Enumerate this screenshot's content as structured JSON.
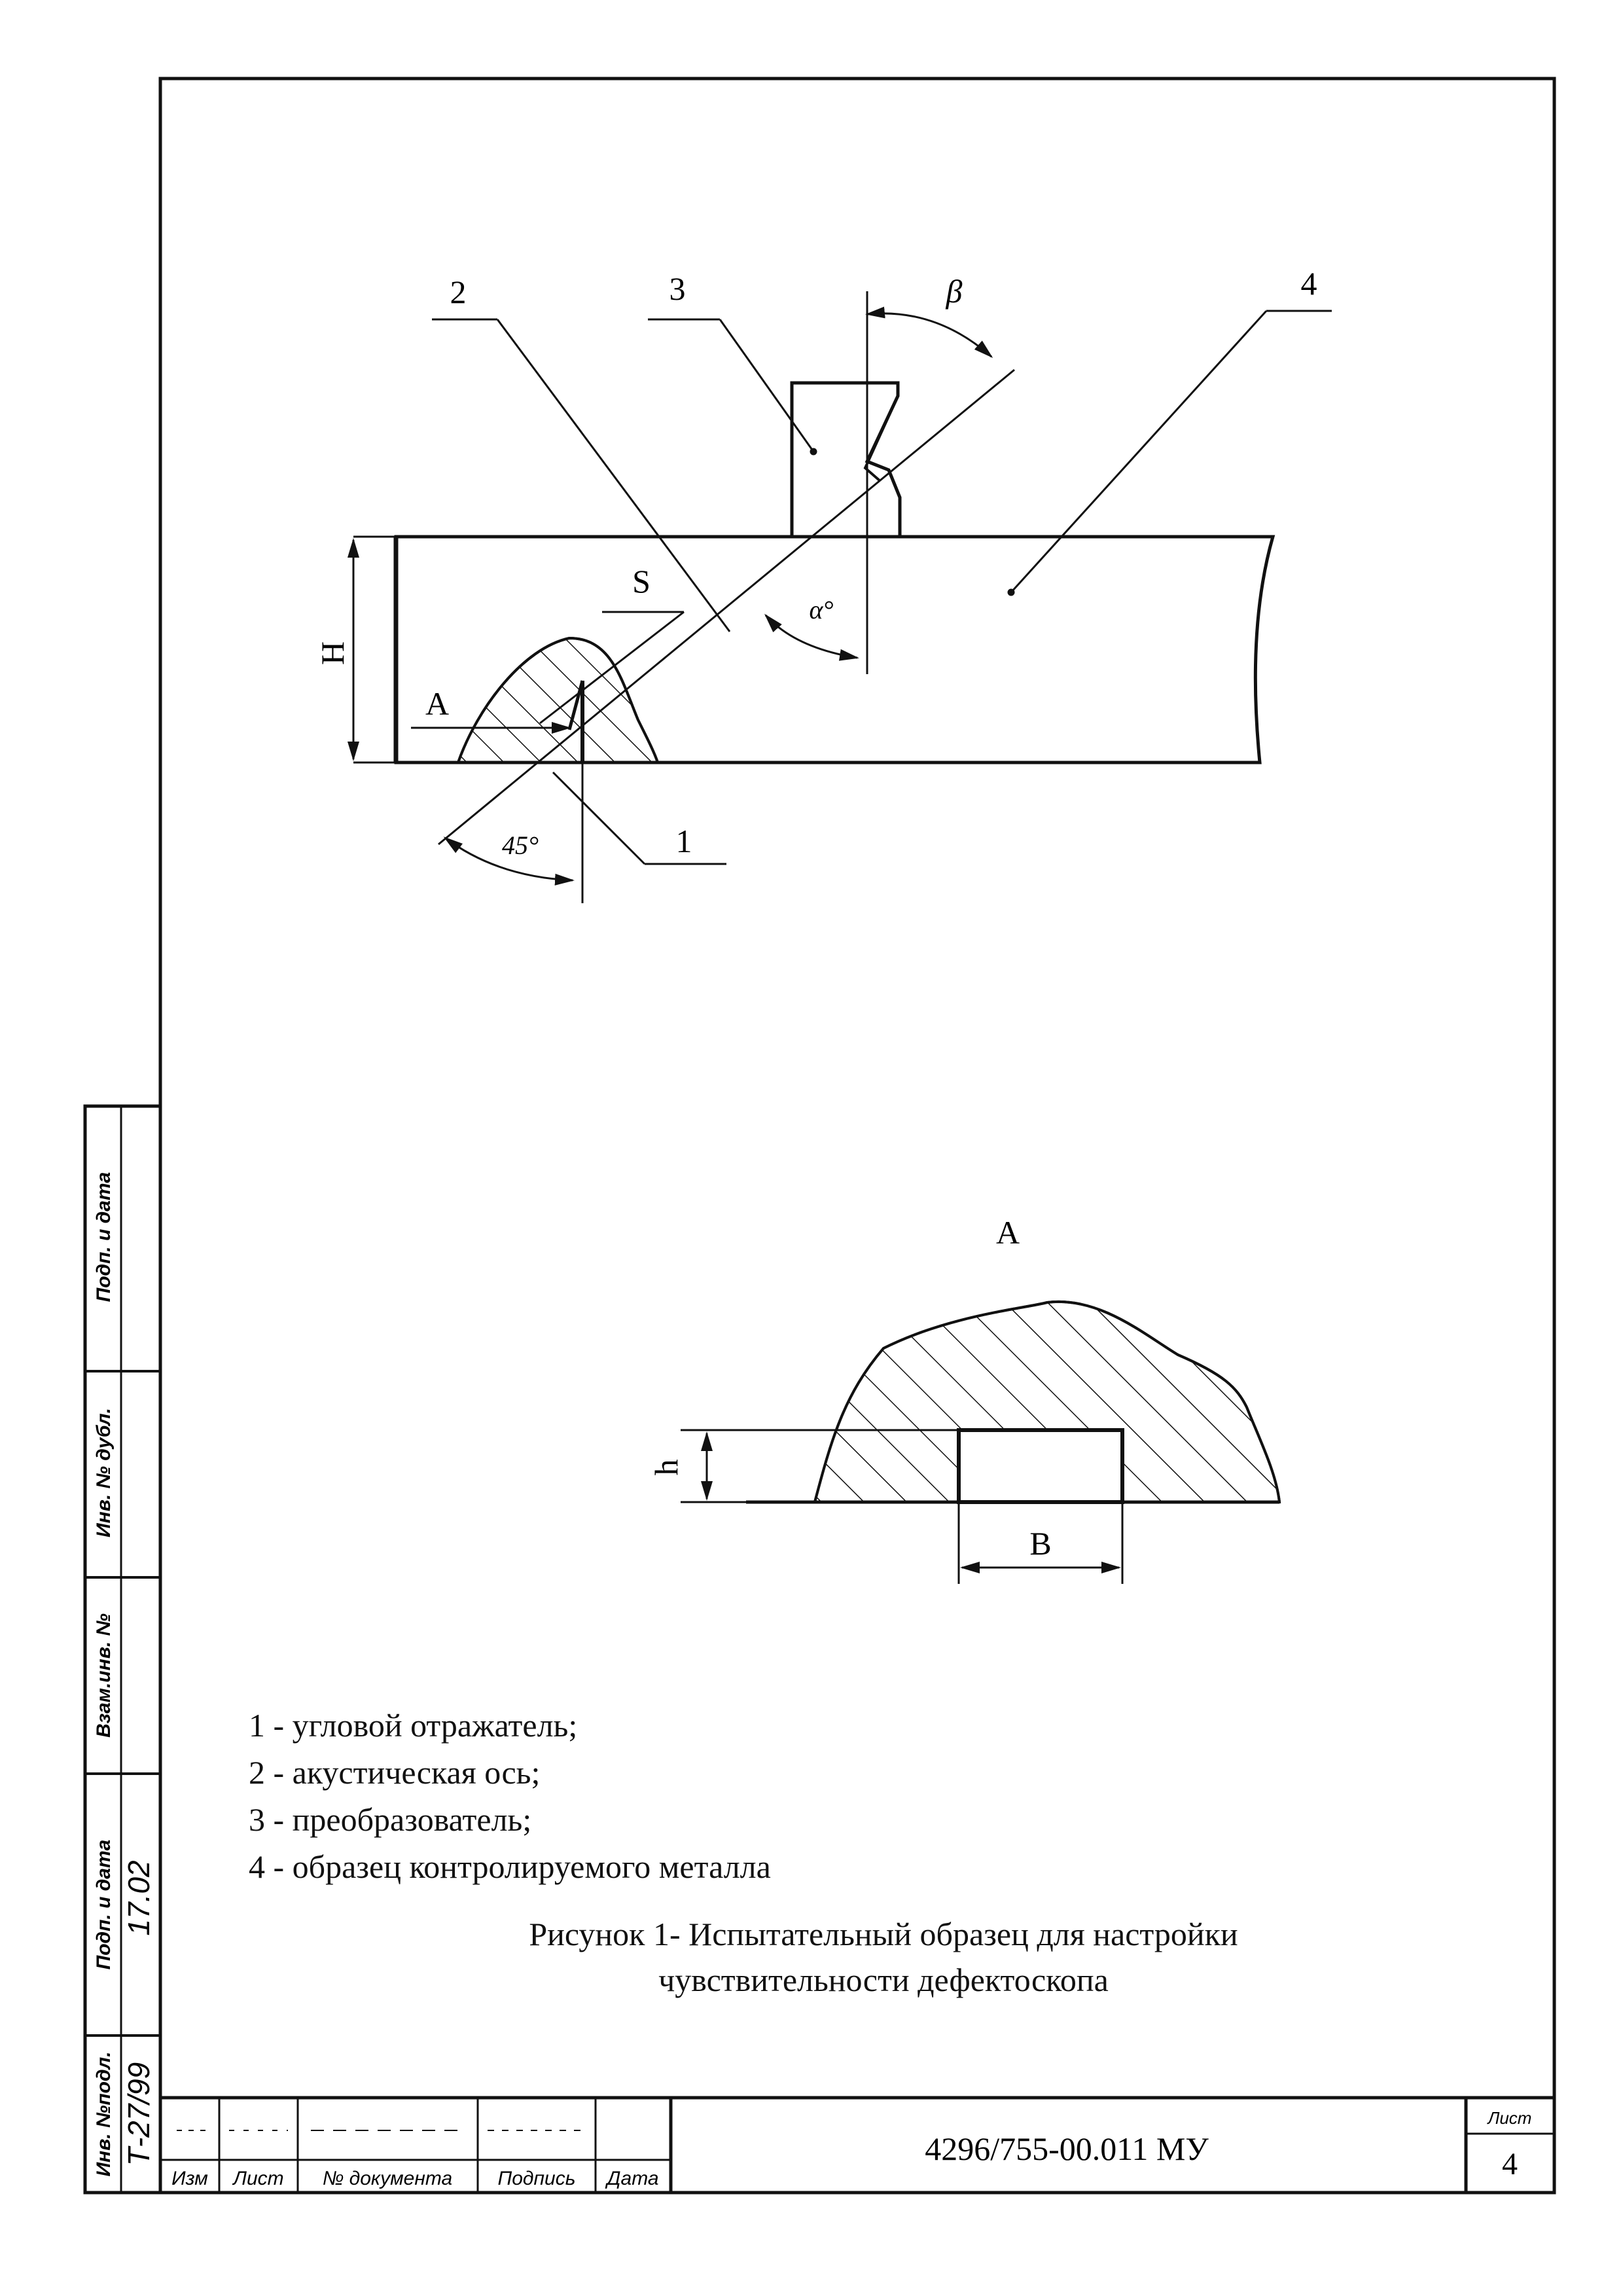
{
  "drawing": {
    "labels": {
      "callout_1": "1",
      "callout_2": "2",
      "callout_3": "3",
      "callout_4": "4",
      "beta": "β",
      "alpha": "α°",
      "angle_45": "45°",
      "S": "S",
      "H": "H",
      "A_arrow": "A",
      "detail_title": "A",
      "h": "h",
      "B": "B"
    }
  },
  "legend": {
    "items": [
      "1 - угловой отражатель;",
      "2 - акустическая ось;",
      "3 - преобразователь;",
      "4 - образец контролируемого металла"
    ]
  },
  "caption": {
    "line1": "Рисунок 1- Испытательный образец для настройки",
    "line2": "чувствительности дефектоскопа"
  },
  "side_stamp": {
    "inv_podl": "Инв. №подл.",
    "podp_data_1": "Подп. и дата",
    "vzam_inv": "Взам.инв. №",
    "inv_dubl": "Инв. № дубл.",
    "podp_data_2": "Подп. и дата",
    "handwritten_inv": "Т-27/99",
    "handwritten_date": "17.02"
  },
  "title_block": {
    "col_izm": "Изм",
    "col_list": "Лист",
    "col_doc": "№ документа",
    "col_podpis": "Подпись",
    "col_data": "Дата",
    "designation": "4296/755-00.011 МУ",
    "sheet_label": "Лист",
    "sheet_number": "4"
  }
}
